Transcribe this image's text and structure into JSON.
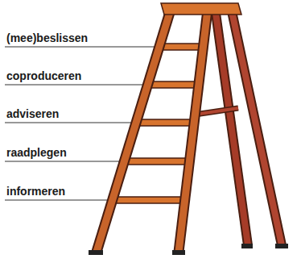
{
  "diagram": {
    "labels": [
      "(mee)beslissen",
      "coproduceren",
      "adviseren",
      "raadplegen",
      "informeren"
    ]
  }
}
